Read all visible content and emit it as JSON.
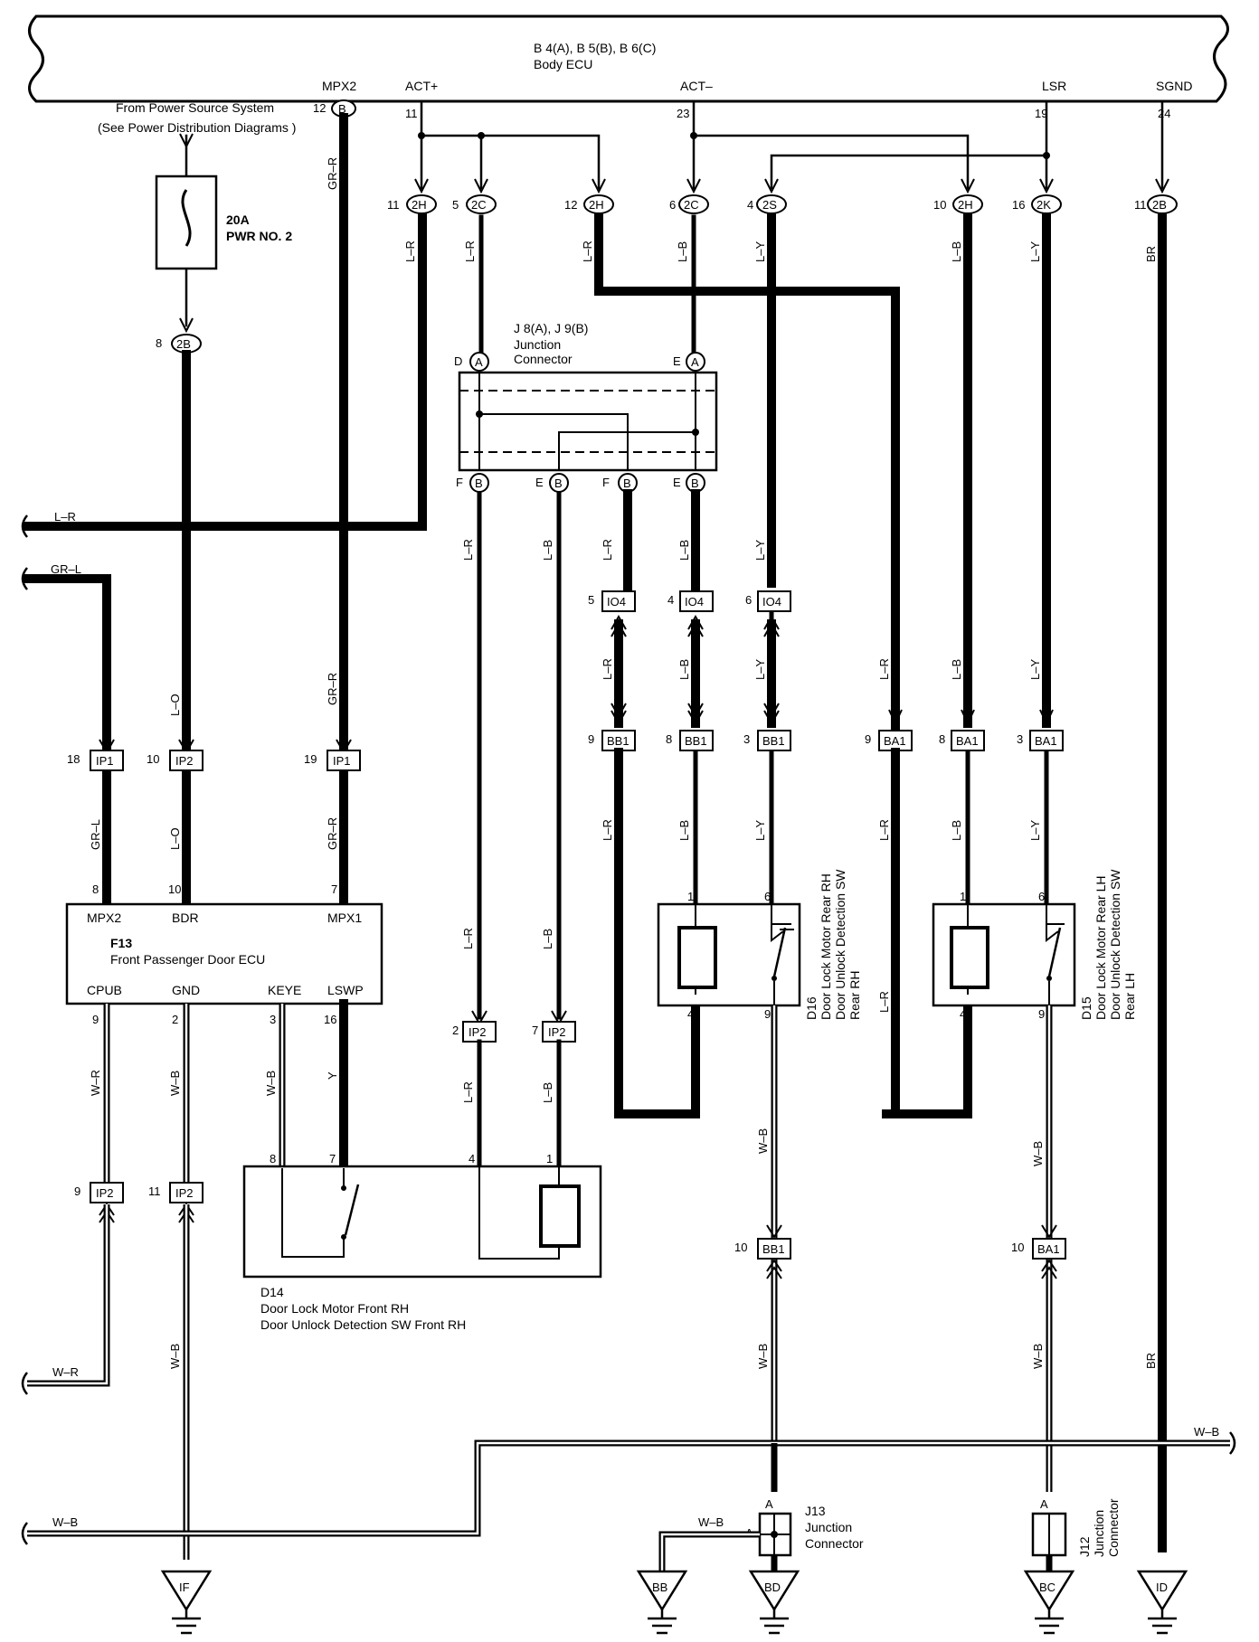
{
  "body_ecu": {
    "title_line1": "B 4(A), B 5(B), B 6(C)",
    "title_line2": "Body ECU",
    "terminals": [
      {
        "name": "MPX2",
        "pin": "12",
        "conn": "B"
      },
      {
        "name": "ACT+",
        "pin": "11",
        "conn": ""
      },
      {
        "name": "ACT–",
        "pin": "23",
        "conn": ""
      },
      {
        "name": "LSR",
        "pin": "19",
        "conn": ""
      },
      {
        "name": "SGND",
        "pin": "24",
        "conn": ""
      }
    ]
  },
  "power": {
    "from_line1": "From Power Source System",
    "from_line2": "(See Power Distribution Diagrams )",
    "fuse_amp": "20A",
    "fuse_name": "PWR NO. 2",
    "conn_pin": "8",
    "conn": "2B"
  },
  "top_connectors": [
    {
      "pin": "11",
      "conn": "2H"
    },
    {
      "pin": "5",
      "conn": "2C"
    },
    {
      "pin": "12",
      "conn": "2H"
    },
    {
      "pin": "6",
      "conn": "2C"
    },
    {
      "pin": "4",
      "conn": "2S"
    },
    {
      "pin": "10",
      "conn": "2H"
    },
    {
      "pin": "16",
      "conn": "2K"
    },
    {
      "pin": "11",
      "conn": "2B"
    }
  ],
  "junction_j8": {
    "line1": "J 8(A), J 9(B)",
    "line2": "Junction",
    "line3": "Connector",
    "top_pins": [
      {
        "pin": "D",
        "conn": "A"
      },
      {
        "pin": "E",
        "conn": "A"
      }
    ],
    "bottom_pins": [
      {
        "pin": "F",
        "conn": "B"
      },
      {
        "pin": "E",
        "conn": "B"
      },
      {
        "pin": "F",
        "conn": "B"
      },
      {
        "pin": "E",
        "conn": "B"
      }
    ]
  },
  "io_connectors": [
    {
      "pin": "5",
      "conn": "IO4"
    },
    {
      "pin": "4",
      "conn": "IO4"
    },
    {
      "pin": "6",
      "conn": "IO4"
    }
  ],
  "bb_connectors": [
    {
      "pin": "9",
      "conn": "BB1"
    },
    {
      "pin": "8",
      "conn": "BB1"
    },
    {
      "pin": "3",
      "conn": "BB1"
    },
    {
      "pin": "10",
      "conn": "BB1"
    }
  ],
  "ba_connectors": [
    {
      "pin": "9",
      "conn": "BA1"
    },
    {
      "pin": "8",
      "conn": "BA1"
    },
    {
      "pin": "3",
      "conn": "BA1"
    },
    {
      "pin": "10",
      "conn": "BA1"
    }
  ],
  "ip_connectors": [
    {
      "pin": "18",
      "conn": "IP1"
    },
    {
      "pin": "10",
      "conn": "IP2"
    },
    {
      "pin": "19",
      "conn": "IP1"
    },
    {
      "pin": "2",
      "conn": "IP2"
    },
    {
      "pin": "7",
      "conn": "IP2"
    },
    {
      "pin": "9",
      "conn": "IP2"
    },
    {
      "pin": "11",
      "conn": "IP2"
    }
  ],
  "f13": {
    "code": "F13",
    "name": "Front Passenger Door ECU",
    "top_terms": [
      {
        "name": "MPX2",
        "pin": "8"
      },
      {
        "name": "BDR",
        "pin": "10"
      },
      {
        "name": "MPX1",
        "pin": "7"
      }
    ],
    "bottom_terms": [
      {
        "name": "CPUB",
        "pin": "9"
      },
      {
        "name": "GND",
        "pin": "2"
      },
      {
        "name": "KEYE",
        "pin": "3"
      },
      {
        "name": "LSWP",
        "pin": "16"
      }
    ]
  },
  "d14": {
    "code": "D14",
    "line1": "Door Lock Motor Front RH",
    "line2": "Door Unlock Detection SW Front RH",
    "pins": [
      "8",
      "7",
      "4",
      "1"
    ]
  },
  "d16": {
    "code": "D16",
    "line1": "Door Lock Motor Rear RH",
    "line2": "Door Unlock Detection SW",
    "line3": "Rear RH",
    "pins": [
      "1",
      "6",
      "4",
      "9"
    ]
  },
  "d15": {
    "code": "D15",
    "line1": "Door Lock Motor Rear LH",
    "line2": "Door Unlock Detection SW",
    "line3": "Rear LH",
    "pins": [
      "1",
      "6",
      "4",
      "9"
    ]
  },
  "j13": {
    "code": "J13",
    "line1": "Junction",
    "line2": "Connector",
    "pin_a": "A",
    "pin_a2": "A"
  },
  "j12": {
    "code": "J12",
    "line1": "Junction",
    "line2": "Connector",
    "pin_a": "A"
  },
  "grounds": [
    "IF",
    "BB",
    "BD",
    "BC",
    "ID"
  ],
  "wire_colors": {
    "lr": "L–R",
    "lb": "L–B",
    "ly": "L–Y",
    "grr": "GR–R",
    "grl": "GR–L",
    "lo": "L–O",
    "wr": "W–R",
    "wb": "W–B",
    "y": "Y",
    "br": "BR"
  },
  "side_labels": {
    "left_lr": "L–R",
    "left_grl": "GR–L",
    "left_wr": "W–R",
    "left_wb": "W–B",
    "right_wb": "W–B",
    "j13_wb": "W–B"
  }
}
